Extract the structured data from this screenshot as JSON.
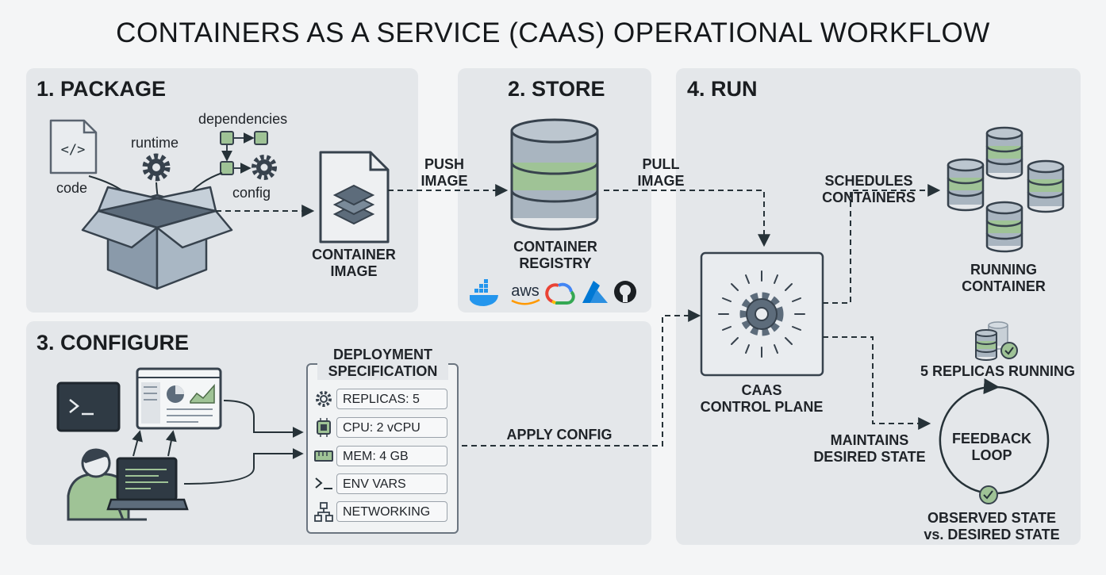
{
  "title": "CONTAINERS AS A SERVICE (CAAS) OPERATIONAL WORKFLOW",
  "panels": {
    "package": {
      "title": "1. PACKAGE",
      "inputs": {
        "code": "code",
        "runtime": "runtime",
        "dependencies": "dependencies",
        "config": "config"
      },
      "image_label_1": "CONTAINER",
      "image_label_2": "IMAGE"
    },
    "store": {
      "title": "2. STORE",
      "registry_label_1": "CONTAINER",
      "registry_label_2": "REGISTRY",
      "providers": [
        "docker-icon",
        "aws-logo",
        "google-cloud-icon",
        "azure-icon",
        "github-icon"
      ],
      "aws_text": "aws"
    },
    "configure": {
      "title": "3. CONFIGURE",
      "spec_title_1": "DEPLOYMENT",
      "spec_title_2": "SPECIFICATION",
      "spec_rows": [
        {
          "icon": "gear-icon",
          "text": "REPLICAS: 5"
        },
        {
          "icon": "cpu-icon",
          "text": "CPU: 2 vCPU"
        },
        {
          "icon": "memory-icon",
          "text": "MEM: 4 GB"
        },
        {
          "icon": "terminal-icon",
          "text": "ENV VARS"
        },
        {
          "icon": "network-icon",
          "text": "NETWORKING"
        }
      ]
    },
    "run": {
      "title": "4. RUN",
      "control_plane_1": "CAAS",
      "control_plane_2": "CONTROL PLANE",
      "running_1": "RUNNING",
      "running_2": "CONTAINER",
      "replicas_running": "5 REPLICAS RUNNING",
      "feedback_1": "FEEDBACK",
      "feedback_2": "LOOP",
      "observed_1": "OBSERVED STATE",
      "observed_2": "vs. DESIRED STATE"
    }
  },
  "arrows": {
    "push_1": "PUSH",
    "push_2": "IMAGE",
    "pull_1": "PULL",
    "pull_2": "IMAGE",
    "apply": "APPLY CONFIG",
    "schedules_1": "SCHEDULES",
    "schedules_2": "CONTAINERS",
    "maintains_1": "MAINTAINS",
    "maintains_2": "DESIRED STATE"
  },
  "colors": {
    "panel_bg": "#e4e7ea",
    "accent_green": "#9fc396",
    "slate": "#5d6c7b",
    "dark": "#263238"
  }
}
